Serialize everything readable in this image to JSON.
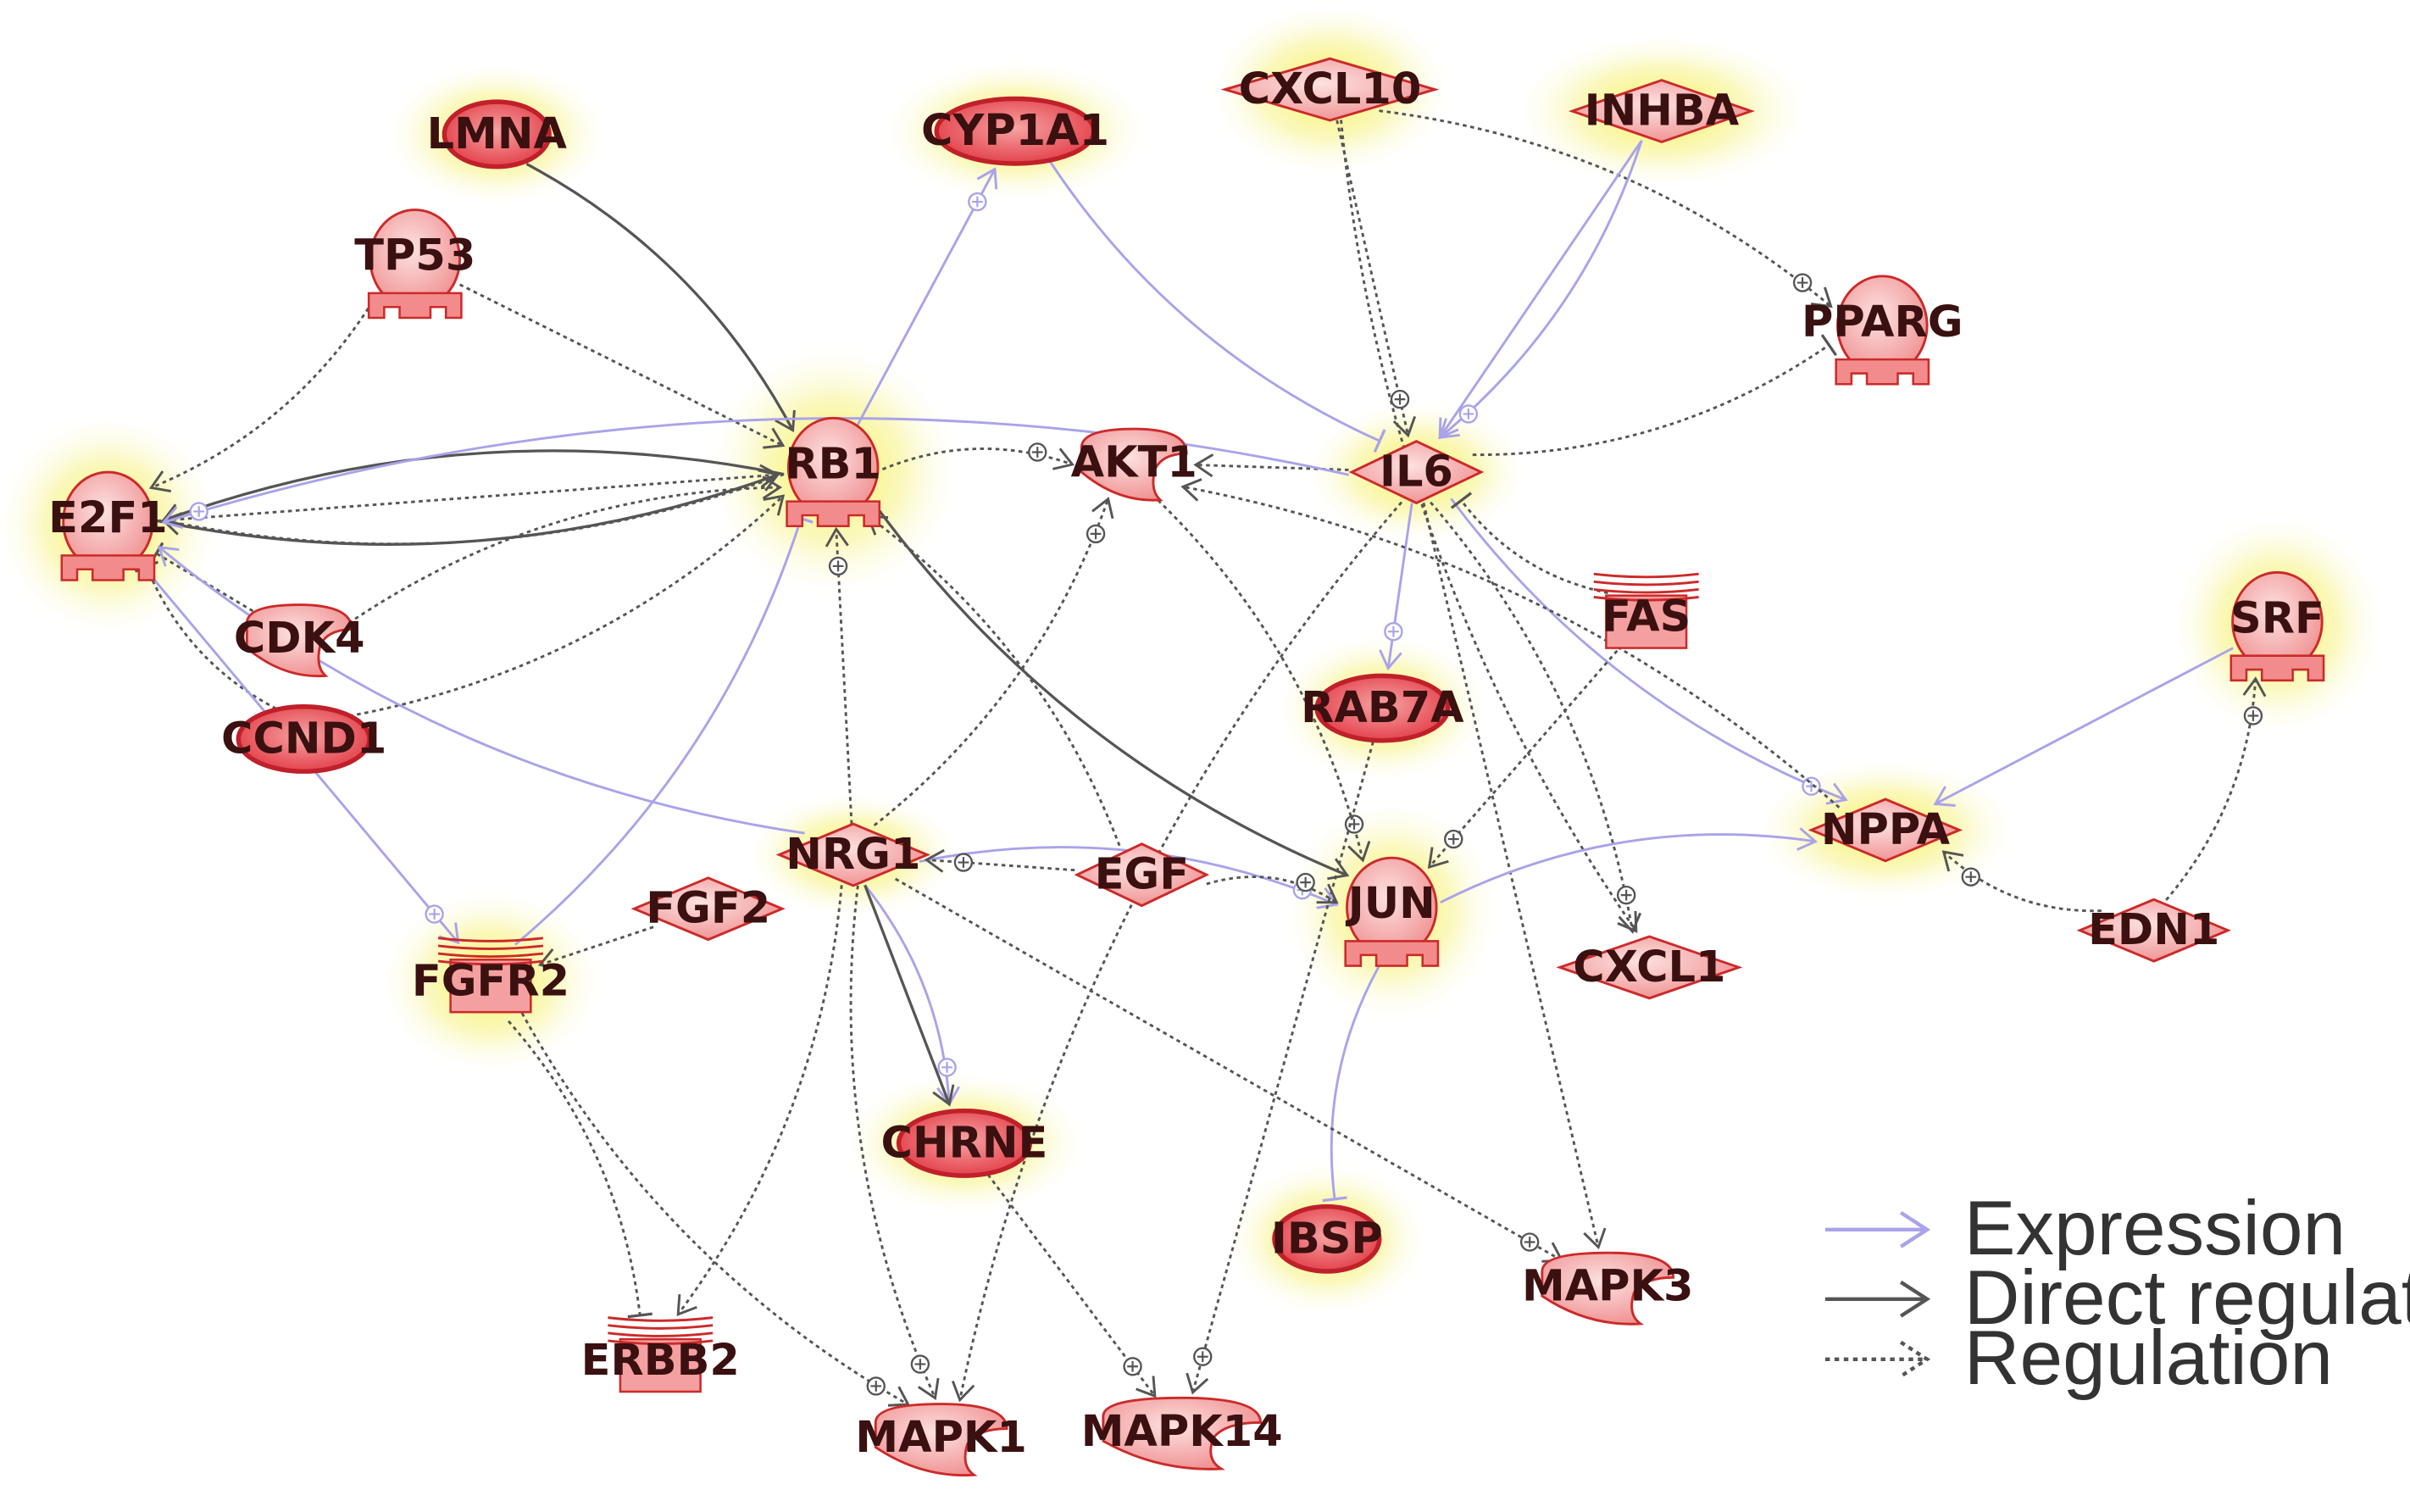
{
  "colors": {
    "node_fill": "#f49a9a",
    "node_fill_light": "#fbd0d0",
    "node_stroke": "#cc2a2a",
    "ellipse_fill": "#e8404a",
    "glow": "#f2f24a",
    "expression": "#a9a3ea",
    "direct": "#555555",
    "regulation": "#555555",
    "background": "#ffffff"
  },
  "nodes": [
    {
      "id": "LMNA",
      "label": "LMNA",
      "shape": "ellipse",
      "glow": true,
      "icon": "ellipse-gene-icon"
    },
    {
      "id": "CYP1A1",
      "label": "CYP1A1",
      "shape": "ellipse",
      "glow": true,
      "icon": "ellipse-gene-icon"
    },
    {
      "id": "CXCL10",
      "label": "CXCL10",
      "shape": "diamond",
      "glow": true,
      "icon": "diamond-cytokine-icon"
    },
    {
      "id": "INHBA",
      "label": "INHBA",
      "shape": "diamond",
      "glow": true,
      "icon": "diamond-cytokine-icon"
    },
    {
      "id": "TP53",
      "label": "TP53",
      "shape": "tf",
      "glow": false,
      "icon": "transcription-factor-icon"
    },
    {
      "id": "PPARG",
      "label": "PPARG",
      "shape": "tf",
      "glow": false,
      "icon": "transcription-factor-icon"
    },
    {
      "id": "E2F1",
      "label": "E2F1",
      "shape": "tf",
      "glow": true,
      "icon": "transcription-factor-icon"
    },
    {
      "id": "RB1",
      "label": "RB1",
      "shape": "tf",
      "glow": true,
      "icon": "transcription-factor-icon"
    },
    {
      "id": "AKT1",
      "label": "AKT1",
      "shape": "kinase",
      "glow": false,
      "icon": "kinase-icon"
    },
    {
      "id": "IL6",
      "label": "IL6",
      "shape": "diamond",
      "glow": true,
      "icon": "diamond-cytokine-icon"
    },
    {
      "id": "CDK4",
      "label": "CDK4",
      "shape": "kinase",
      "glow": false,
      "icon": "kinase-icon"
    },
    {
      "id": "CCND1",
      "label": "CCND1",
      "shape": "ellipse",
      "glow": false,
      "icon": "ellipse-gene-icon"
    },
    {
      "id": "FAS",
      "label": "FAS",
      "shape": "receptor",
      "glow": false,
      "icon": "receptor-icon"
    },
    {
      "id": "RAB7A",
      "label": "RAB7A",
      "shape": "ellipse",
      "glow": true,
      "icon": "ellipse-gene-icon"
    },
    {
      "id": "SRF",
      "label": "SRF",
      "shape": "tf",
      "glow": true,
      "icon": "transcription-factor-icon"
    },
    {
      "id": "NRG1",
      "label": "NRG1",
      "shape": "diamond",
      "glow": true,
      "icon": "diamond-cytokine-icon"
    },
    {
      "id": "EGF",
      "label": "EGF",
      "shape": "diamond",
      "glow": false,
      "icon": "diamond-cytokine-icon"
    },
    {
      "id": "JUN",
      "label": "JUN",
      "shape": "tf",
      "glow": true,
      "icon": "transcription-factor-icon"
    },
    {
      "id": "NPPA",
      "label": "NPPA",
      "shape": "diamond",
      "glow": true,
      "icon": "diamond-cytokine-icon"
    },
    {
      "id": "FGF2",
      "label": "FGF2",
      "shape": "diamond",
      "glow": false,
      "icon": "diamond-cytokine-icon"
    },
    {
      "id": "FGFR2",
      "label": "FGFR2",
      "shape": "receptor",
      "glow": true,
      "icon": "receptor-icon"
    },
    {
      "id": "CXCL1",
      "label": "CXCL1",
      "shape": "diamond",
      "glow": false,
      "icon": "diamond-cytokine-icon"
    },
    {
      "id": "EDN1",
      "label": "EDN1",
      "shape": "diamond",
      "glow": false,
      "icon": "diamond-cytokine-icon"
    },
    {
      "id": "CHRNE",
      "label": "CHRNE",
      "shape": "ellipse",
      "glow": true,
      "icon": "ellipse-gene-icon"
    },
    {
      "id": "IBSP",
      "label": "IBSP",
      "shape": "ellipse",
      "glow": true,
      "icon": "ellipse-gene-icon"
    },
    {
      "id": "MAPK3",
      "label": "MAPK3",
      "shape": "kinase",
      "glow": false,
      "icon": "kinase-icon"
    },
    {
      "id": "ERBB2",
      "label": "ERBB2",
      "shape": "receptor",
      "glow": false,
      "icon": "receptor-icon"
    },
    {
      "id": "MAPK1",
      "label": "MAPK1",
      "shape": "kinase",
      "glow": false,
      "icon": "kinase-icon"
    },
    {
      "id": "MAPK14",
      "label": "MAPK14",
      "shape": "kinase",
      "glow": false,
      "icon": "kinase-icon"
    }
  ],
  "edges": [
    {
      "from": "LMNA",
      "to": "RB1",
      "type": "direct",
      "end": "arrow"
    },
    {
      "from": "RB1",
      "to": "CYP1A1",
      "type": "expression",
      "end": "arrow",
      "plus": true
    },
    {
      "from": "CYP1A1",
      "to": "IL6",
      "type": "expression",
      "end": "tee"
    },
    {
      "from": "CXCL10",
      "to": "PPARG",
      "type": "regulation",
      "end": "arrow",
      "plus": true
    },
    {
      "from": "CXCL10",
      "to": "IL6",
      "type": "regulation",
      "end": "arrow",
      "plus": true
    },
    {
      "from": "CXCL10",
      "to": "CXCL1",
      "type": "regulation",
      "end": "arrow"
    },
    {
      "from": "INHBA",
      "to": "IL6",
      "type": "expression",
      "end": "arrow",
      "plus": true
    },
    {
      "from": "INHBA",
      "to": "IL6",
      "type": "expression",
      "end": "arrow"
    },
    {
      "from": "IL6",
      "to": "PPARG",
      "type": "regulation",
      "end": "tee"
    },
    {
      "from": "TP53",
      "to": "E2F1",
      "type": "regulation",
      "end": "arrow"
    },
    {
      "from": "TP53",
      "to": "RB1",
      "type": "regulation",
      "end": "arrow"
    },
    {
      "from": "RB1",
      "to": "E2F1",
      "type": "direct",
      "end": "arrow"
    },
    {
      "from": "RB1",
      "to": "E2F1",
      "type": "regulation",
      "end": "arrow"
    },
    {
      "from": "E2F1",
      "to": "RB1",
      "type": "regulation",
      "end": "arrow"
    },
    {
      "from": "E2F1",
      "to": "RB1",
      "type": "direct",
      "end": "arrow"
    },
    {
      "from": "RB1",
      "to": "AKT1",
      "type": "regulation",
      "end": "arrow",
      "plus": true
    },
    {
      "from": "IL6",
      "to": "AKT1",
      "type": "regulation",
      "end": "arrow"
    },
    {
      "from": "IL6",
      "to": "E2F1",
      "type": "expression",
      "end": "arrow",
      "plus": true
    },
    {
      "from": "CDK4",
      "to": "RB1",
      "type": "regulation",
      "end": "arrow"
    },
    {
      "from": "CDK4",
      "to": "E2F1",
      "type": "regulation",
      "end": "tee"
    },
    {
      "from": "CCND1",
      "to": "RB1",
      "type": "regulation",
      "end": "arrow"
    },
    {
      "from": "CCND1",
      "to": "E2F1",
      "type": "regulation",
      "end": "tee"
    },
    {
      "from": "E2F1",
      "to": "FGFR2",
      "type": "expression",
      "end": "arrow",
      "plus": true
    },
    {
      "from": "FGFR2",
      "to": "RB1",
      "type": "expression",
      "end": "tee"
    },
    {
      "from": "NRG1",
      "to": "E2F1",
      "type": "expression",
      "end": "arrow"
    },
    {
      "from": "NRG1",
      "to": "RB1",
      "type": "regulation",
      "end": "arrow",
      "plus": true
    },
    {
      "from": "NRG1",
      "to": "AKT1",
      "type": "regulation",
      "end": "arrow",
      "plus": true
    },
    {
      "from": "NRG1",
      "to": "JUN",
      "type": "expression",
      "end": "arrow",
      "plus": true
    },
    {
      "from": "EGF",
      "to": "NRG1",
      "type": "regulation",
      "end": "arrow",
      "plus": true
    },
    {
      "from": "EGF",
      "to": "RB1",
      "type": "regulation",
      "end": "arrow"
    },
    {
      "from": "EGF",
      "to": "JUN",
      "type": "regulation",
      "end": "arrow",
      "plus": true
    },
    {
      "from": "FGF2",
      "to": "FGFR2",
      "type": "regulation",
      "end": "arrow"
    },
    {
      "from": "RB1",
      "to": "JUN",
      "type": "direct",
      "end": "arrow"
    },
    {
      "from": "AKT1",
      "to": "JUN",
      "type": "regulation",
      "end": "arrow",
      "plus": true
    },
    {
      "from": "IL6",
      "to": "RAB7A",
      "type": "expression",
      "end": "arrow",
      "plus": true
    },
    {
      "from": "IL6",
      "to": "NPPA",
      "type": "expression",
      "end": "arrow",
      "plus": true
    },
    {
      "from": "IL6",
      "to": "CXCL1",
      "type": "regulation",
      "end": "arrow",
      "plus": true
    },
    {
      "from": "IL6",
      "to": "MAPK3",
      "type": "regulation",
      "end": "arrow"
    },
    {
      "from": "IL6",
      "to": "MAPK1",
      "type": "regulation",
      "end": "arrow"
    },
    {
      "from": "FAS",
      "to": "IL6",
      "type": "regulation",
      "end": "tee"
    },
    {
      "from": "FAS",
      "to": "JUN",
      "type": "regulation",
      "end": "arrow",
      "plus": true
    },
    {
      "from": "NPPA",
      "to": "AKT1",
      "type": "regulation",
      "end": "arrow"
    },
    {
      "from": "JUN",
      "to": "NPPA",
      "type": "expression",
      "end": "arrow"
    },
    {
      "from": "SRF",
      "to": "NPPA",
      "type": "expression",
      "end": "arrow"
    },
    {
      "from": "EDN1",
      "to": "SRF",
      "type": "regulation",
      "end": "arrow",
      "plus": true
    },
    {
      "from": "EDN1",
      "to": "NPPA",
      "type": "regulation",
      "end": "arrow",
      "plus": true
    },
    {
      "from": "RAB7A",
      "to": "MAPK14",
      "type": "regulation",
      "end": "arrow",
      "plus": true
    },
    {
      "from": "JUN",
      "to": "IBSP",
      "type": "expression",
      "end": "tee"
    },
    {
      "from": "NRG1",
      "to": "CHRNE",
      "type": "expression",
      "end": "arrow",
      "plus": true
    },
    {
      "from": "NRG1",
      "to": "CHRNE",
      "type": "direct",
      "end": "arrow"
    },
    {
      "from": "NRG1",
      "to": "MAPK1",
      "type": "regulation",
      "end": "arrow",
      "plus": true
    },
    {
      "from": "NRG1",
      "to": "ERBB2",
      "type": "regulation",
      "end": "arrow"
    },
    {
      "from": "NRG1",
      "to": "MAPK3",
      "type": "regulation",
      "end": "arrow",
      "plus": true
    },
    {
      "from": "FGFR2",
      "to": "MAPK1",
      "type": "regulation",
      "end": "arrow",
      "plus": true
    },
    {
      "from": "FGFR2",
      "to": "ERBB2",
      "type": "regulation",
      "end": "tee"
    },
    {
      "from": "CHRNE",
      "to": "MAPK14",
      "type": "regulation",
      "end": "arrow",
      "plus": true
    }
  ],
  "legend": {
    "expression": "Expression",
    "direct": "Direct regulation",
    "regulation": "Regulation"
  }
}
